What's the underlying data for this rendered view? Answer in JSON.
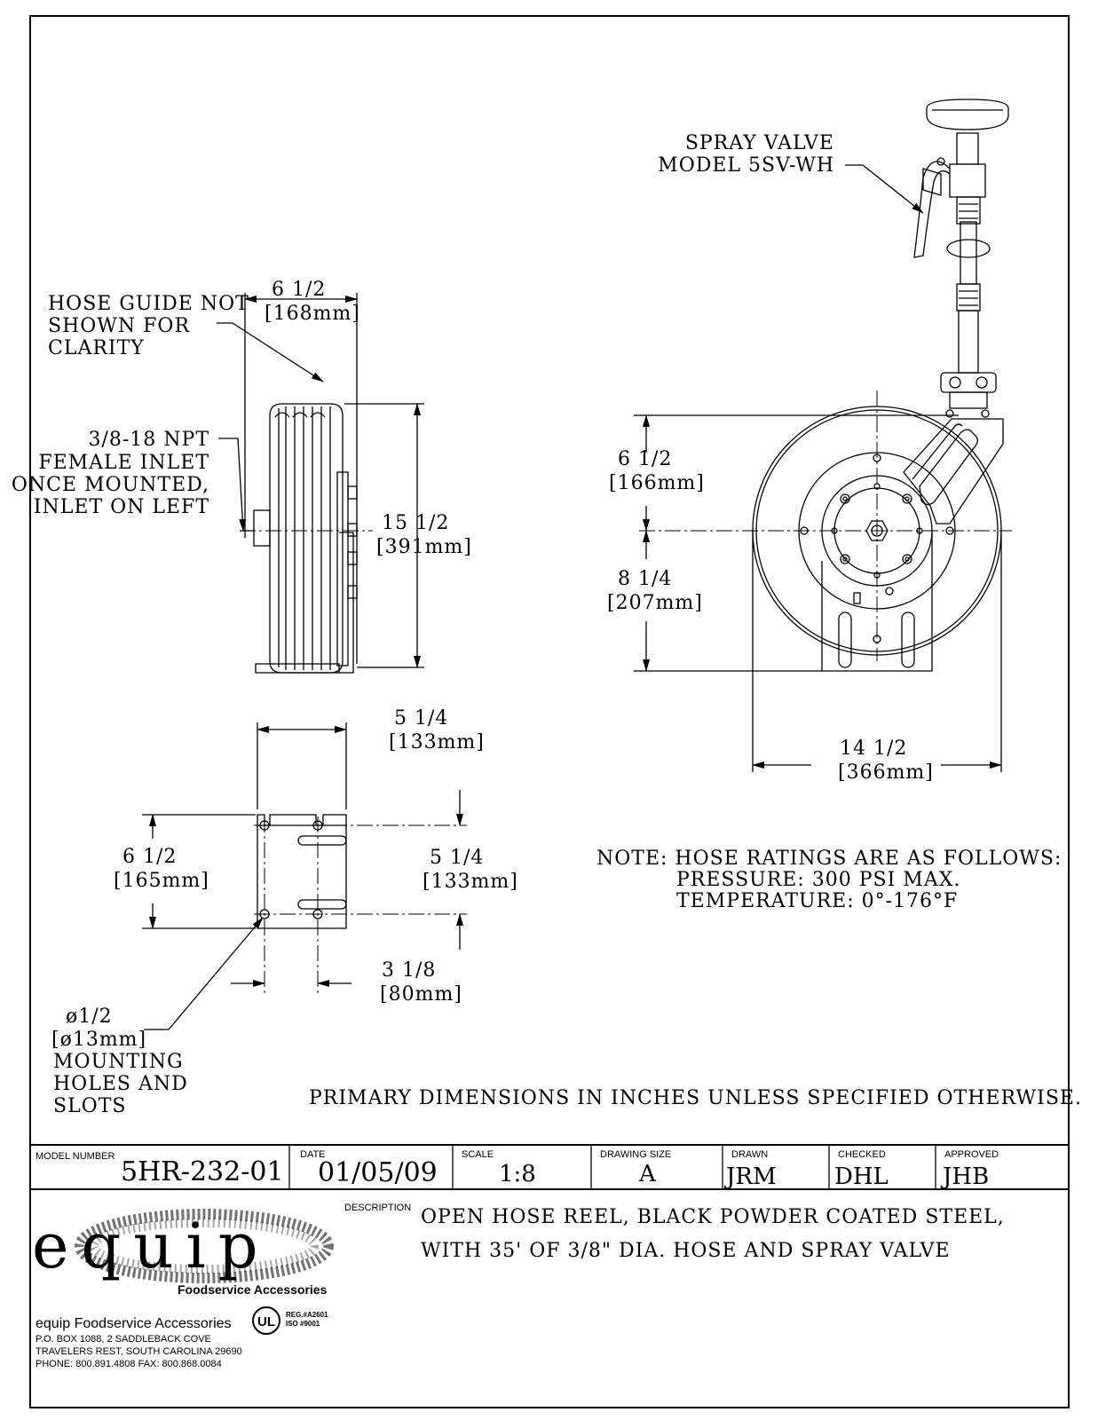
{
  "callouts": {
    "spray_valve": [
      "SPRAY VALVE",
      "MODEL 5SV-WH"
    ],
    "hose_guide": [
      "HOSE GUIDE NOT",
      "SHOWN FOR",
      "CLARITY"
    ],
    "inlet": [
      "3/8-18 NPT",
      "FEMALE INLET",
      "ONCE MOUNTED,",
      "INLET ON LEFT"
    ],
    "mounting": [
      "ø1/2",
      "[ø13mm]",
      "MOUNTING",
      "HOLES AND",
      "SLOTS"
    ]
  },
  "dimensions": {
    "side_width": [
      "6 1/2",
      "[168mm]"
    ],
    "side_height": [
      "15 1/2",
      "[391mm]"
    ],
    "front_upper": [
      "6 1/2",
      "[166mm]"
    ],
    "front_lower": [
      "8 1/4",
      "[207mm]"
    ],
    "front_width": [
      "14 1/2",
      "[366mm]"
    ],
    "bracket_width": [
      "5 1/4",
      "[133mm]"
    ],
    "bracket_height": [
      "6 1/2",
      "[165mm]"
    ],
    "bracket_slot_span": [
      "5 1/4",
      "[133mm]"
    ],
    "bracket_hole_span": [
      "3 1/8",
      "[80mm]"
    ]
  },
  "note": [
    "NOTE: HOSE RATINGS ARE AS FOLLOWS:",
    "PRESSURE: 300 PSI MAX.",
    "TEMPERATURE: 0°-176°F"
  ],
  "primary_note": "PRIMARY DIMENSIONS IN INCHES UNLESS SPECIFIED OTHERWISE.",
  "title_block": {
    "model_number_label": "MODEL NUMBER",
    "model_number": "5HR-232-01",
    "date_label": "DATE",
    "date": "01/05/09",
    "scale_label": "SCALE",
    "scale": "1:8",
    "drawing_size_label": "DRAWING SIZE",
    "drawing_size": "A",
    "drawn_label": "DRAWN",
    "drawn": "JRM",
    "checked_label": "CHECKED",
    "checked": "DHL",
    "approved_label": "APPROVED",
    "approved": "JHB",
    "description_label": "DESCRIPTION",
    "description": [
      "OPEN HOSE REEL, BLACK POWDER COATED STEEL,",
      "WITH 35' OF 3/8\" DIA. HOSE AND SPRAY VALVE"
    ]
  },
  "company": {
    "logo_text": "equip",
    "logo_tagline": "Foodservice Accessories",
    "name": "equip Foodservice Accessories",
    "address_line1": "P.O. BOX 1088, 2 SADDLEBACK COVE",
    "address_line2": "TRAVELERS REST, SOUTH CAROLINA 29690",
    "phone_fax": "PHONE: 800.891.4808    FAX: 800.868.0084",
    "cert_mark": "UL",
    "reg_line1": "REG.#A2601",
    "reg_line2": "ISO #9001"
  }
}
